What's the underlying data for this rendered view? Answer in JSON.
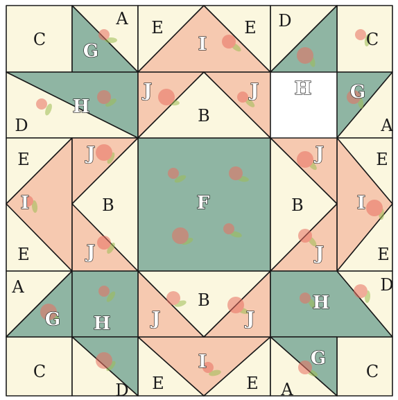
{
  "colors": {
    "cream": "#fbf7df",
    "sage": "#8fb5a3",
    "peach": "#f6c9b0",
    "outline": "#1a1a1a",
    "flower_red": "#e86f61",
    "leaf_green": "#9ebd55"
  },
  "patches": [
    {
      "id": "C",
      "fabric": "cream"
    },
    {
      "id": "A",
      "fabric": "cream"
    },
    {
      "id": "E",
      "fabric": "cream"
    },
    {
      "id": "D",
      "fabric": "cream"
    },
    {
      "id": "B",
      "fabric": "cream"
    },
    {
      "id": "G",
      "fabric": "sage"
    },
    {
      "id": "H",
      "fabric": "sage"
    },
    {
      "id": "F",
      "fabric": "sage"
    },
    {
      "id": "I",
      "fabric": "peach"
    },
    {
      "id": "J",
      "fabric": "peach"
    }
  ],
  "labels": {
    "C": "C",
    "A": "A",
    "E": "E",
    "D": "D",
    "B": "B",
    "G": "G",
    "H": "H",
    "F": "F",
    "I": "I",
    "J": "J"
  }
}
